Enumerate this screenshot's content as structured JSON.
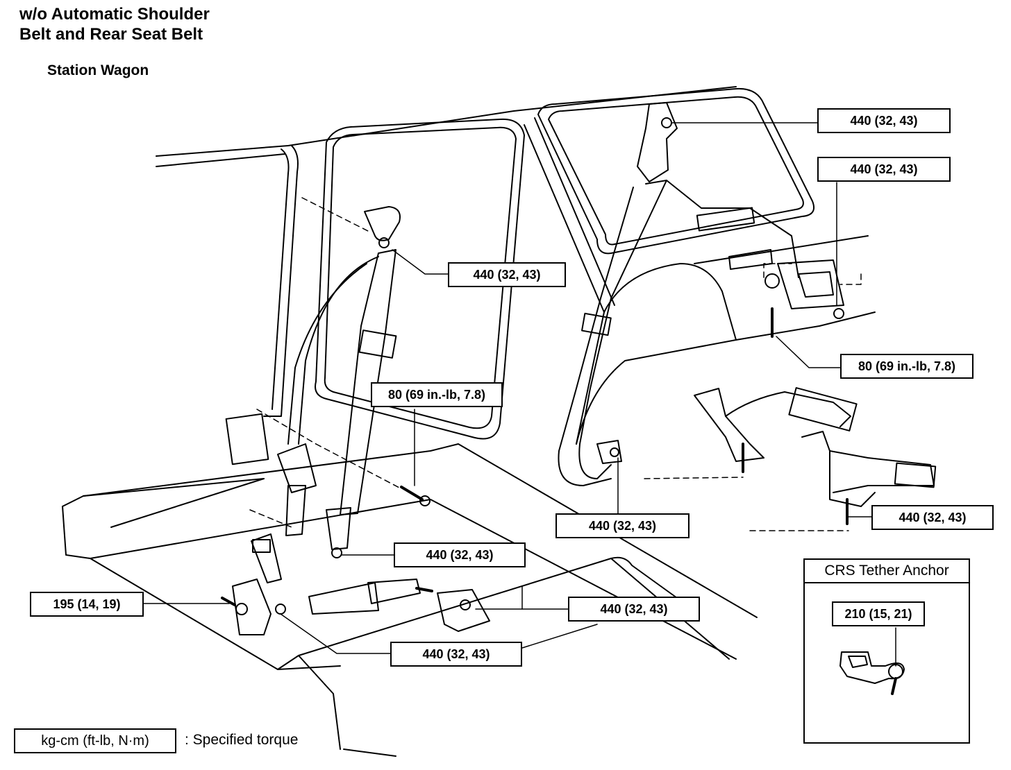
{
  "header": {
    "title_line1": "w/o Automatic Shoulder",
    "title_line2": "Belt and Rear Seat Belt",
    "subtitle": "Station Wagon"
  },
  "torque_labels": {
    "upper_rear_anchor": "440 (32, 43)",
    "rear_retractor_top": "440 (32, 43)",
    "front_shoulder_anchor": "440 (32, 43)",
    "rear_retractor_bolt": "80 (69 in.-lb, 7.8)",
    "front_retractor_bolt": "80 (69 in.-lb, 7.8)",
    "rear_floor_anchor": "440 (32, 43)",
    "rear_buckle_anchor": "440 (32, 43)",
    "front_floor_anchor": "440 (32, 43)",
    "seat_buckle_mount": "195 (14, 19)",
    "seat_buckle_bolt": "440 (32, 43)",
    "seat_side_anchor": "440 (32, 43)"
  },
  "crs_panel": {
    "title": "CRS Tether Anchor",
    "torque": "210 (15, 21)"
  },
  "legend": {
    "units": "kg-cm (ft-lb, N·m)",
    "description": ": Specified torque"
  }
}
